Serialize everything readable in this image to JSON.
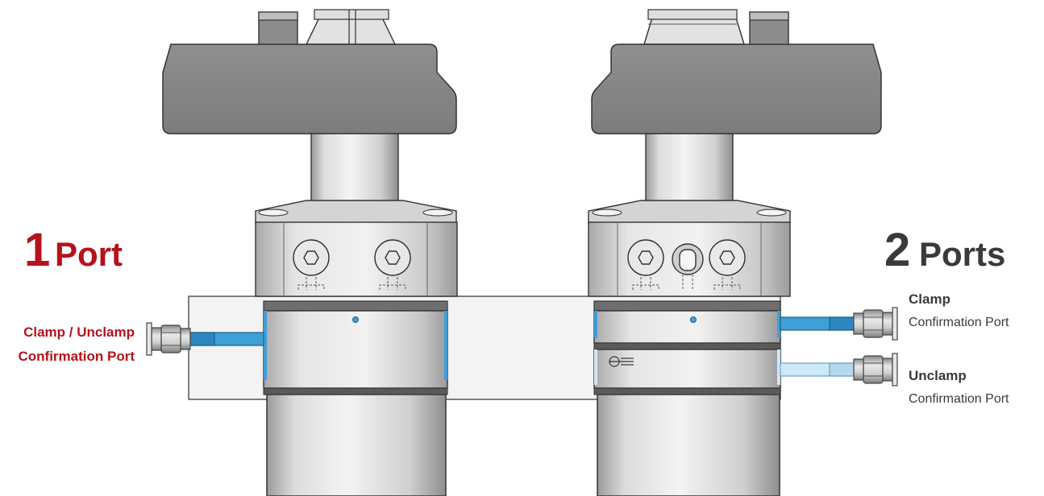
{
  "colors": {
    "red_accent": "#b5121b",
    "dark_text": "#3a3a3a",
    "arm_gray": "#878787",
    "steel_light": "#e4e4e4",
    "steel_mid": "#b9b9b9",
    "air_blue": "#3f9fd9",
    "air_blue_light": "#cfe8f7"
  },
  "left": {
    "count": "1",
    "unit": "Port",
    "port_label_line1": "Clamp / Unclamp",
    "port_label_line2": "Confirmation Port"
  },
  "right": {
    "count": "2",
    "unit": "Ports",
    "clamp_title": "Clamp",
    "clamp_sub": "Confirmation Port",
    "unclamp_title": "Unclamp",
    "unclamp_sub": "Confirmation Port"
  },
  "icons": [
    "hex-socket-bolt-icon",
    "push-in-fitting-icon",
    "air-passage-icon"
  ]
}
